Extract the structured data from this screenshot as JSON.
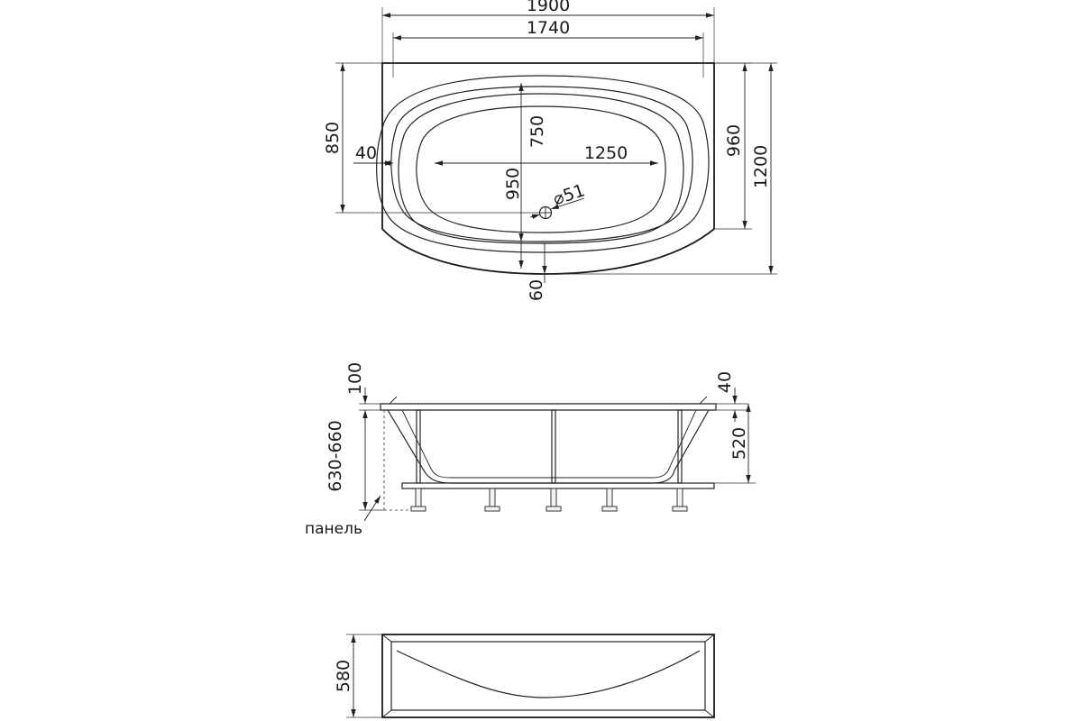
{
  "top_view": {
    "overall_width": "1900",
    "inner_width": "1740",
    "basin_length": "1250",
    "basin_width": "750",
    "length_850": "850",
    "rim_offset": "40",
    "width_960": "960",
    "overall_depth": "1200",
    "center_offset": "950",
    "drain_diameter": "⌀51",
    "bottom_offset": "60"
  },
  "side_view": {
    "rim_height": "100",
    "leg_height_range": "630-660",
    "rim_thickness": "40",
    "tub_depth": "520",
    "panel_label": "панель"
  },
  "panel_view": {
    "panel_height": "580"
  }
}
